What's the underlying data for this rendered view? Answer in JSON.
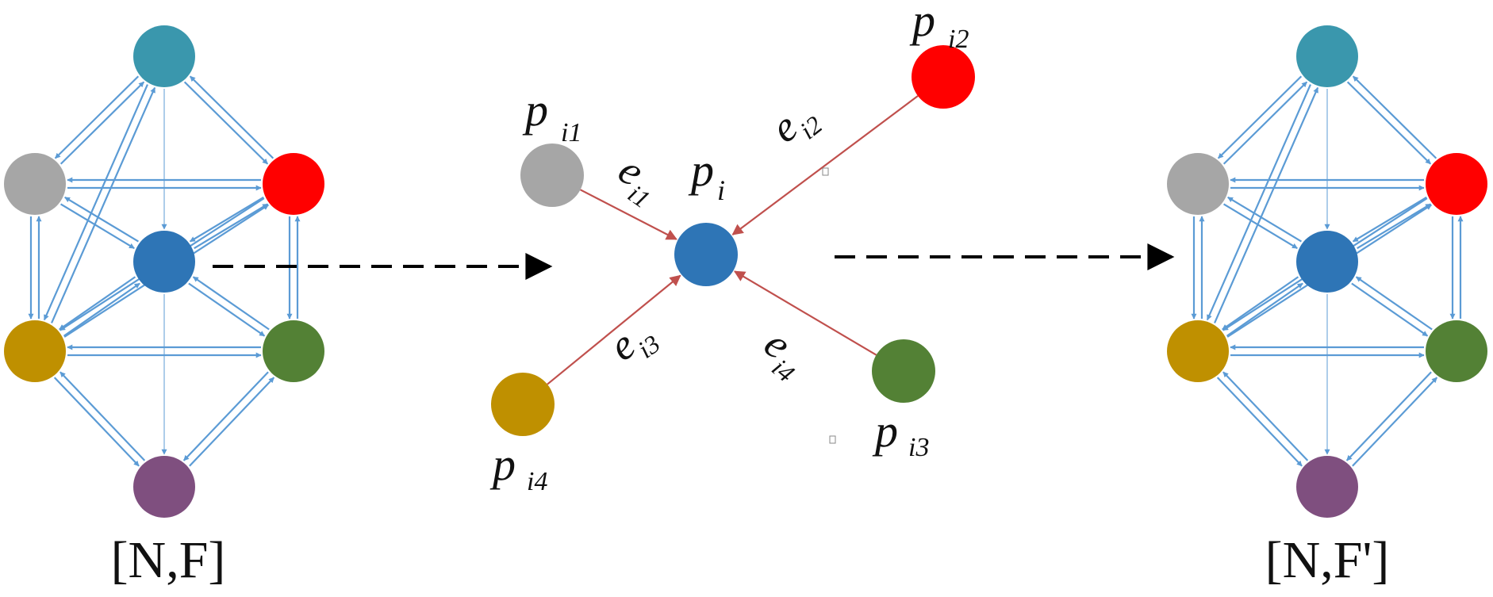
{
  "colors": {
    "teal": "#3a97ad",
    "gray": "#a6a6a6",
    "red": "#ff0000",
    "blue": "#2e75b6",
    "gold": "#bf9000",
    "green": "#538135",
    "purple": "#7f4f7f",
    "graph_edge": "#5b9bd5",
    "star_edge": "#c0504d",
    "dashed_arrow": "#000000"
  },
  "graph_left": {
    "label": "[N,F]",
    "node_colors": [
      "teal",
      "gray",
      "red",
      "blue",
      "gold",
      "green",
      "purple"
    ]
  },
  "graph_right": {
    "label": "[N,F']",
    "node_colors": [
      "teal",
      "gray",
      "red",
      "blue",
      "gold",
      "green",
      "purple"
    ]
  },
  "center": {
    "center_node": {
      "main": "p",
      "sub": "i",
      "color": "blue"
    },
    "neighbors": [
      {
        "main": "p",
        "sub": "i1",
        "color": "gray",
        "edge_main": "e",
        "edge_sub": "i1"
      },
      {
        "main": "p",
        "sub": "i2",
        "color": "red",
        "edge_main": "e",
        "edge_sub": "i2"
      },
      {
        "main": "p",
        "sub": "i3",
        "color": "green",
        "edge_main": "e",
        "edge_sub": "i4"
      },
      {
        "main": "p",
        "sub": "i4",
        "color": "gold",
        "edge_main": "e",
        "edge_sub": "i3"
      }
    ]
  }
}
